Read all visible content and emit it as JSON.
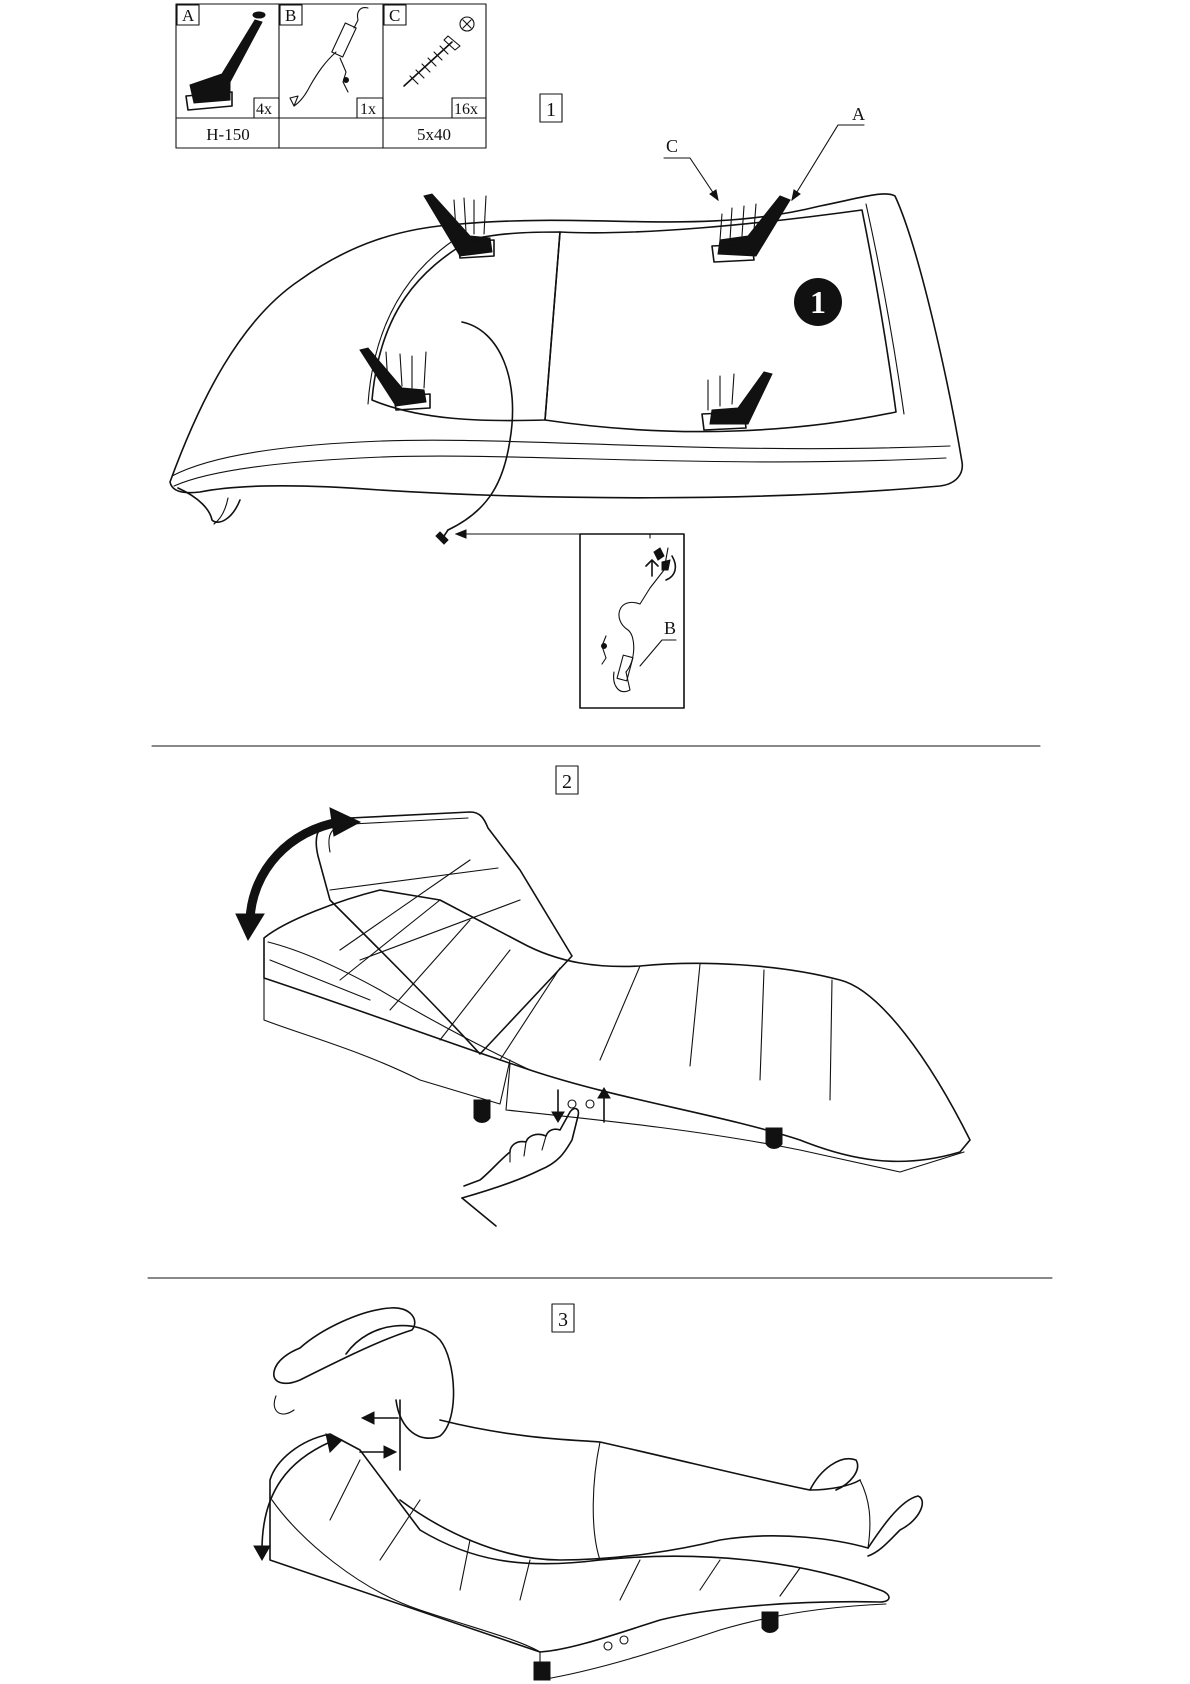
{
  "parts_table": {
    "parts": [
      {
        "letter": "A",
        "qty": "4x",
        "spec": "H-150",
        "icon": "leg-icon"
      },
      {
        "letter": "B",
        "qty": "1x",
        "spec": "",
        "icon": "power-cable-icon"
      },
      {
        "letter": "C",
        "qty": "16x",
        "spec": "5x40",
        "icon": "screw-icon"
      }
    ]
  },
  "steps": [
    {
      "number": "1",
      "badge": "1",
      "callouts": {
        "leg": "A",
        "screw": "C",
        "cable": "B"
      }
    },
    {
      "number": "2"
    },
    {
      "number": "3"
    }
  ]
}
